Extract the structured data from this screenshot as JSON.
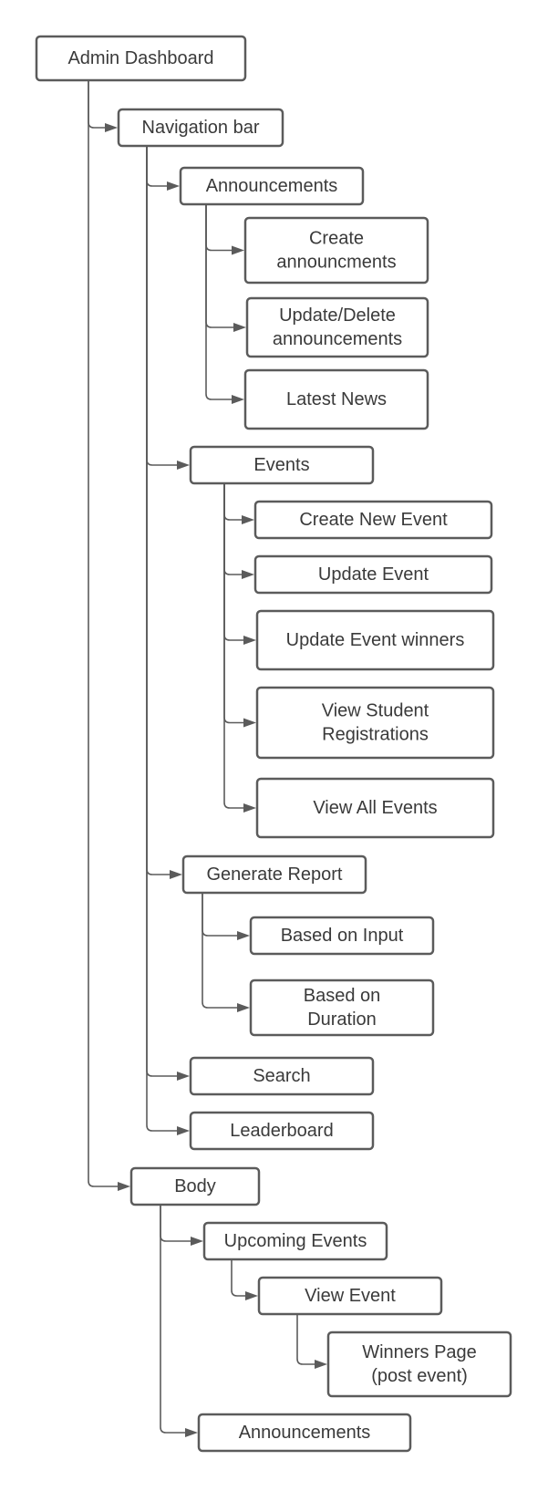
{
  "diagram": {
    "nodes": {
      "admin_dashboard": [
        "Admin Dashboard"
      ],
      "navigation_bar": [
        "Navigation bar"
      ],
      "nav_announcements": [
        "Announcements"
      ],
      "create_announcements": [
        "Create",
        "announcments"
      ],
      "update_delete_announcements": [
        "Update/Delete",
        "announcements"
      ],
      "latest_news": [
        "Latest News"
      ],
      "events": [
        "Events"
      ],
      "create_new_event": [
        "Create New Event"
      ],
      "update_event": [
        "Update Event"
      ],
      "update_event_winners": [
        "Update Event winners"
      ],
      "view_student_registrations": [
        "View Student",
        "Registrations"
      ],
      "view_all_events": [
        "View All Events"
      ],
      "generate_report": [
        "Generate Report"
      ],
      "based_on_input": [
        "Based on Input"
      ],
      "based_on_duration": [
        "Based on",
        "Duration"
      ],
      "search": [
        "Search"
      ],
      "leaderboard": [
        "Leaderboard"
      ],
      "body": [
        "Body"
      ],
      "upcoming_events": [
        "Upcoming Events"
      ],
      "view_event": [
        "View Event"
      ],
      "winners_page": [
        "Winners Page",
        "(post event)"
      ],
      "body_announcements": [
        "Announcements"
      ]
    },
    "edges": [
      [
        "admin_dashboard",
        "navigation_bar"
      ],
      [
        "navigation_bar",
        "nav_announcements"
      ],
      [
        "nav_announcements",
        "create_announcements"
      ],
      [
        "nav_announcements",
        "update_delete_announcements"
      ],
      [
        "nav_announcements",
        "latest_news"
      ],
      [
        "navigation_bar",
        "events"
      ],
      [
        "events",
        "create_new_event"
      ],
      [
        "events",
        "update_event"
      ],
      [
        "events",
        "update_event_winners"
      ],
      [
        "events",
        "view_student_registrations"
      ],
      [
        "events",
        "view_all_events"
      ],
      [
        "navigation_bar",
        "generate_report"
      ],
      [
        "generate_report",
        "based_on_input"
      ],
      [
        "generate_report",
        "based_on_duration"
      ],
      [
        "navigation_bar",
        "search"
      ],
      [
        "navigation_bar",
        "leaderboard"
      ],
      [
        "admin_dashboard",
        "body"
      ],
      [
        "body",
        "upcoming_events"
      ],
      [
        "upcoming_events",
        "view_event"
      ],
      [
        "view_event",
        "winners_page"
      ],
      [
        "body",
        "body_announcements"
      ]
    ]
  }
}
